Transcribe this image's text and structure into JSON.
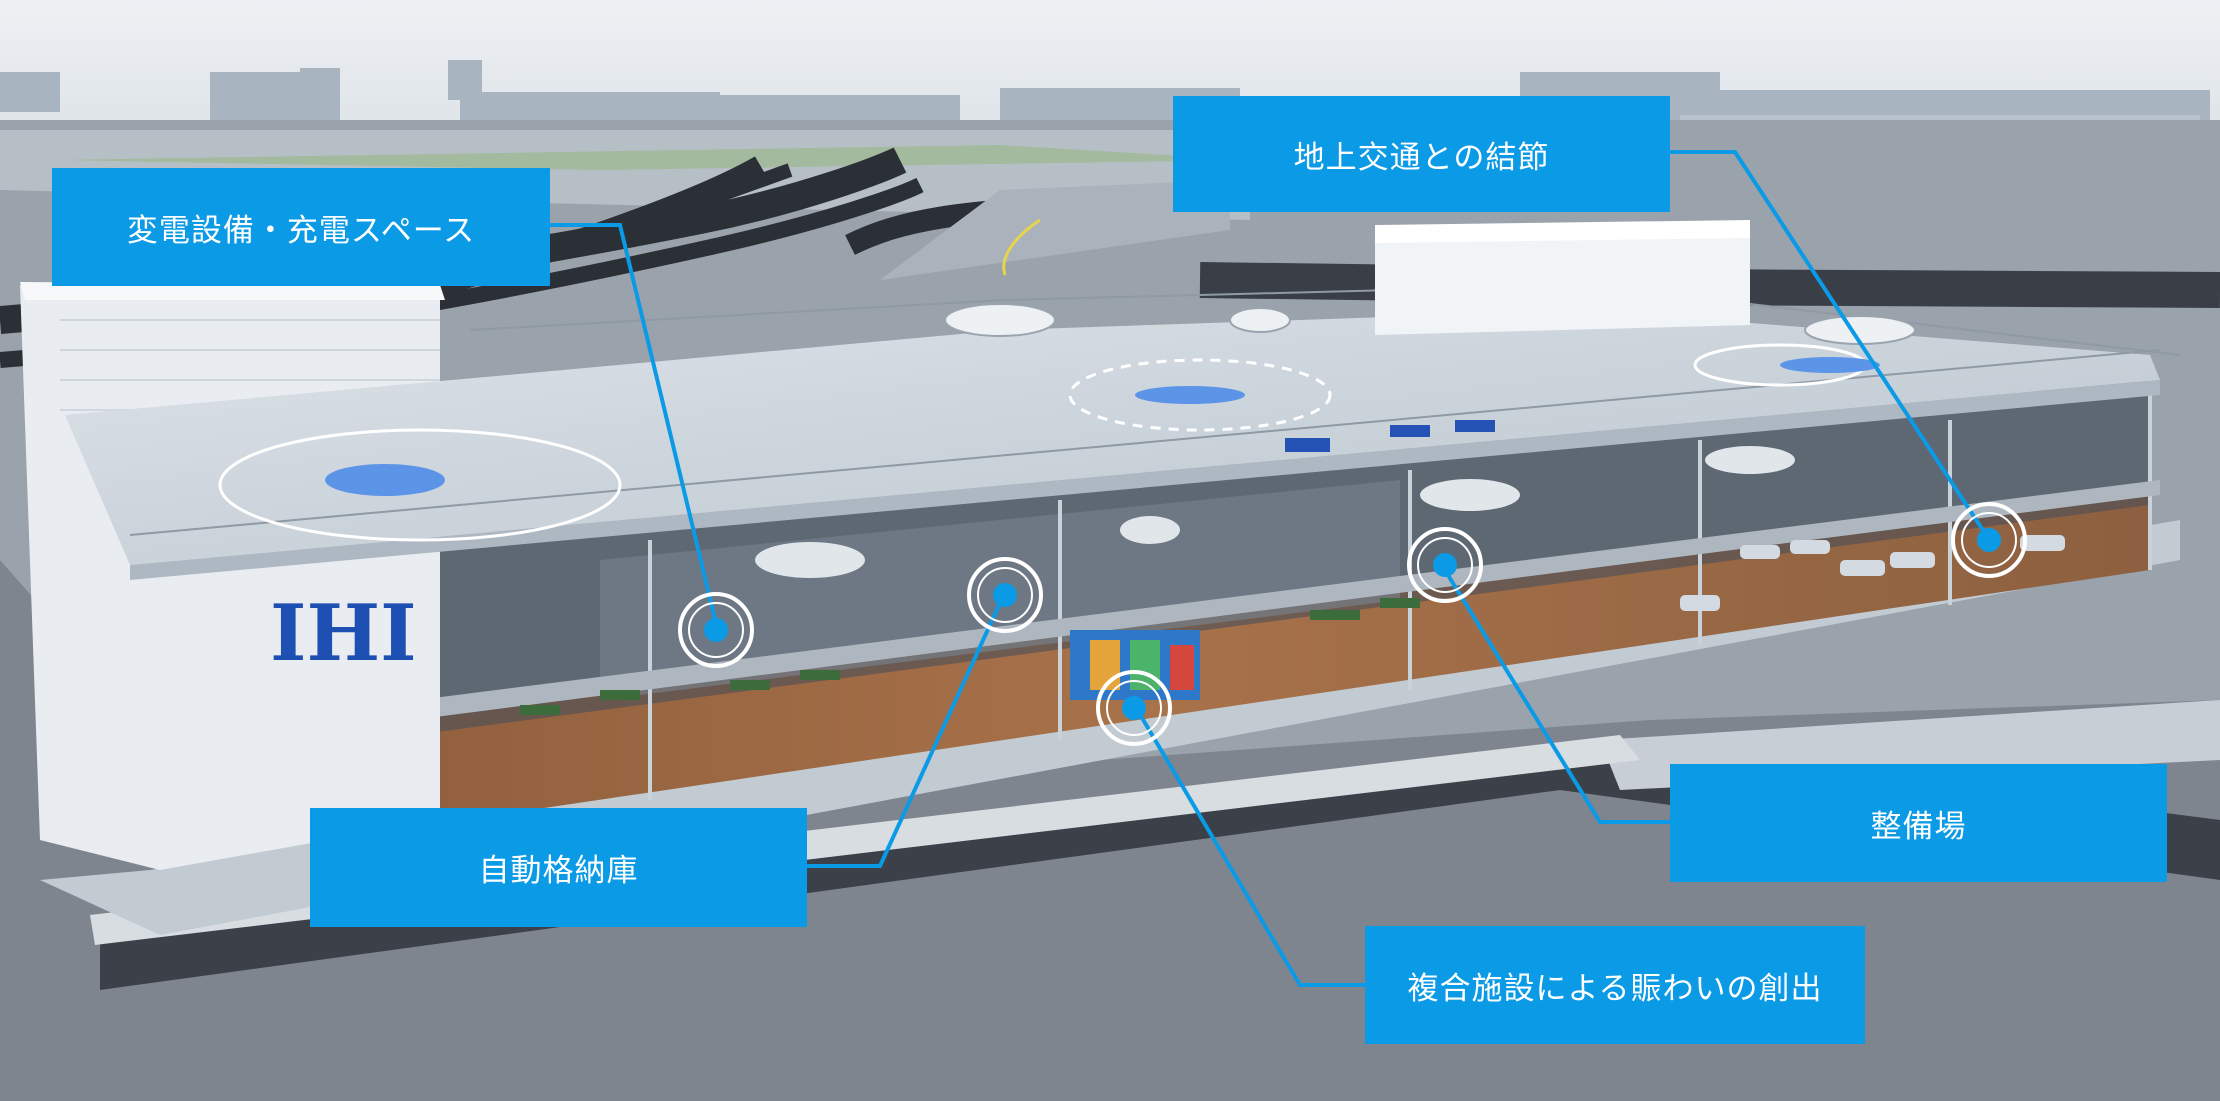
{
  "scene": {
    "description_free": true,
    "logo": {
      "text": "IHI",
      "color": "#1e4fb3"
    },
    "colors": {
      "accent": "#0a9ae6",
      "sky": "#e7ebef",
      "ground": "#8a9099",
      "deck": "#cdd5dc",
      "glass": "#7d8a98",
      "marker": "#0a9ae6"
    }
  },
  "callouts": [
    {
      "id": "substation",
      "label": "変電設備・充電スペース"
    },
    {
      "id": "ground-transport",
      "label": "地上交通との結節"
    },
    {
      "id": "maintenance",
      "label": "整備場"
    },
    {
      "id": "auto-storage",
      "label": "自動格納庫"
    },
    {
      "id": "complex",
      "label": "複合施設による賑わいの創出"
    }
  ]
}
